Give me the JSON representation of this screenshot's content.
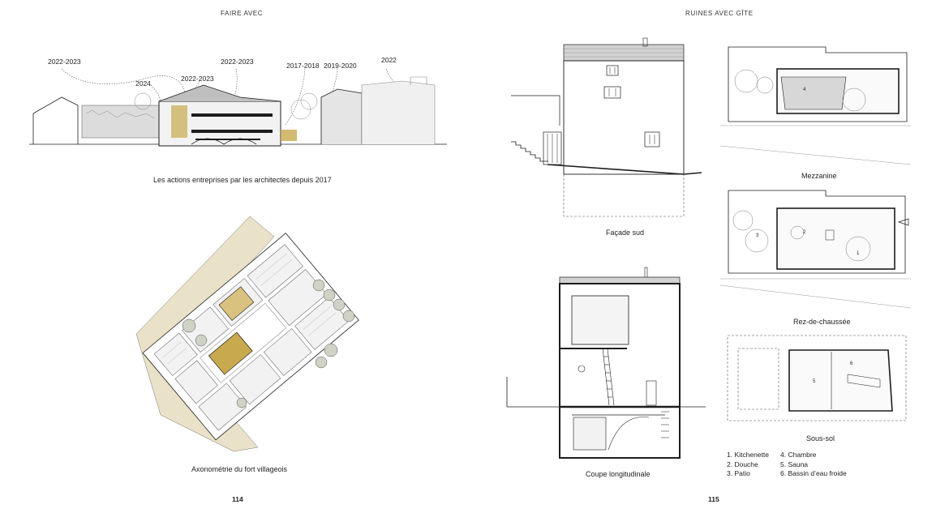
{
  "left_page": {
    "header": "FAIRE AVEC",
    "years": [
      "2022-2023",
      "2024",
      "2022-2023",
      "2022-2023",
      "2017-2018",
      "2019-2020",
      "2022"
    ],
    "caption_section": "Les actions entreprises par les architectes depuis 2017",
    "caption_axo": "Axonométrie du fort villageois",
    "page_number": "114"
  },
  "right_page": {
    "header": "RUINES AVEC GÎTE",
    "caption_facade": "Façade sud",
    "caption_coupe": "Coupe longitudinale",
    "caption_mezzanine": "Mezzanine",
    "caption_rdc": "Rez-de-chaussée",
    "caption_soussol": "Sous-sol",
    "room_numbers": [
      "4",
      "2",
      "3",
      "1",
      "5",
      "6"
    ],
    "legend_left": [
      "1. Kitchenette",
      "2. Douche",
      "3. Patio"
    ],
    "legend_right": [
      "4. Chambre",
      "5. Sauna",
      "6. Bassin d’eau froide"
    ],
    "page_number": "115"
  },
  "colors": {
    "ink": "#1d1d1d",
    "ochre": "#c8a94e",
    "paper_beige": "#e9e1c8",
    "hatch_grey": "#bdbdbd"
  }
}
